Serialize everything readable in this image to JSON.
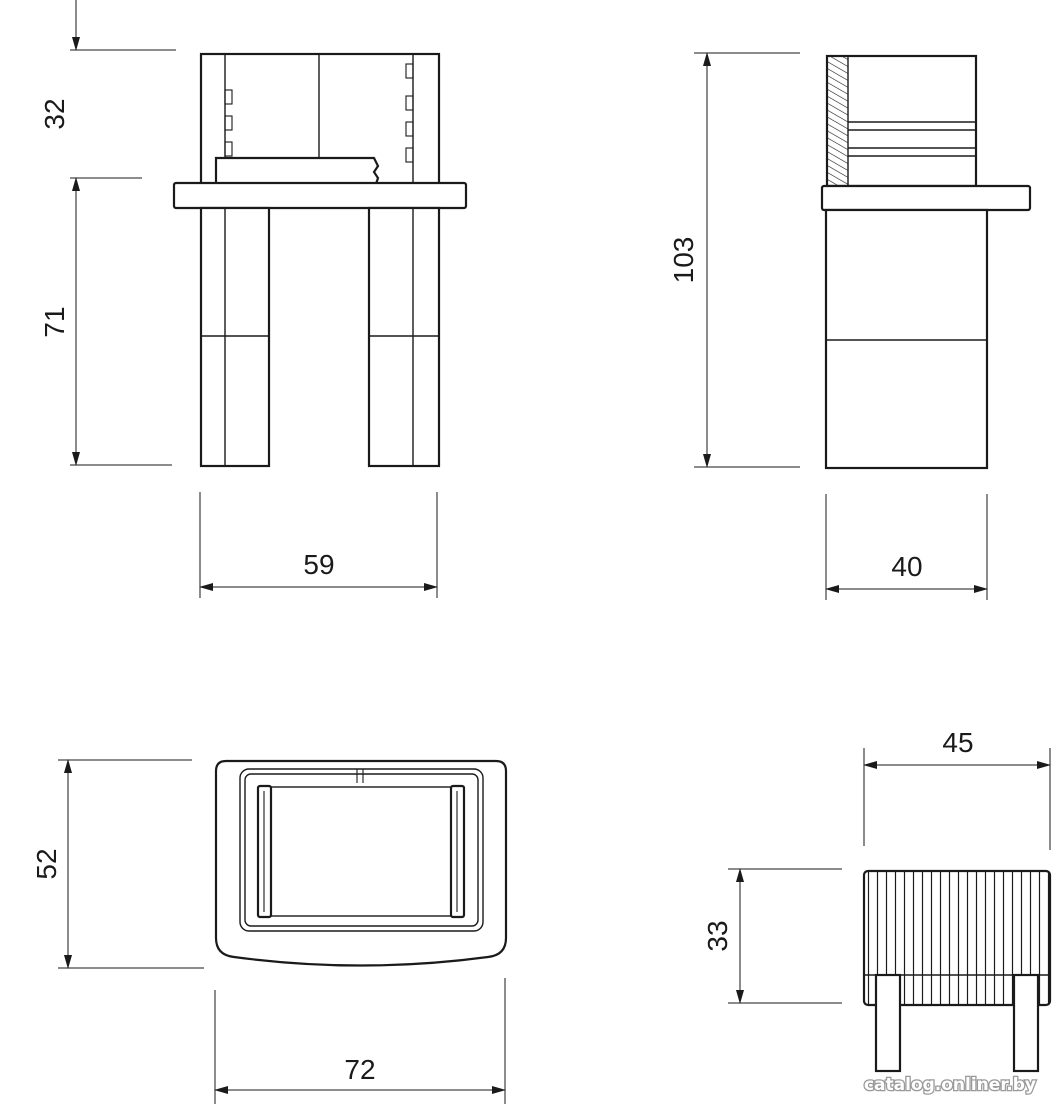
{
  "dimensions": {
    "front_top_height": "32",
    "front_leg_height": "71",
    "front_width": "59",
    "side_height": "103",
    "side_width": "40",
    "plan_depth": "52",
    "plan_width": "72",
    "small_width": "45",
    "small_height": "33"
  },
  "watermark": "catalog.onliner.by",
  "colors": {
    "line": "#1a1a1a",
    "background": "#ffffff"
  }
}
